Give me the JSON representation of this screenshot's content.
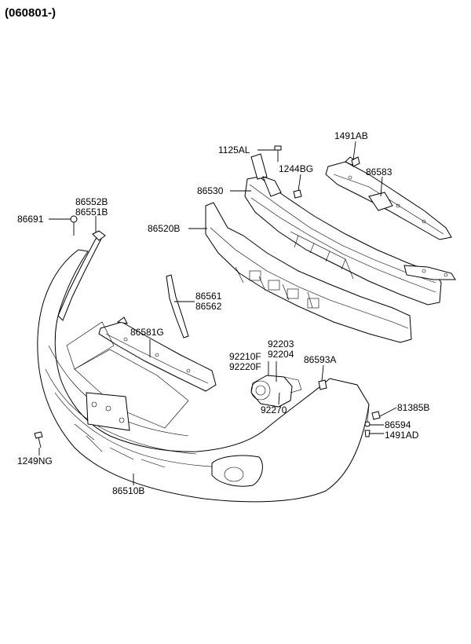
{
  "title": "(060801-)",
  "parts": {
    "p1491AB": "1491AB",
    "p1125AL": "1125AL",
    "p1244BG": "1244BG",
    "p86583": "86583",
    "p86530": "86530",
    "p86552B": "86552B",
    "p86551B": "86551B",
    "p86691": "86691",
    "p86520B": "86520B",
    "p86561": "86561",
    "p86562": "86562",
    "p86581G": "86581G",
    "p92203": "92203",
    "p92204": "92204",
    "p92210F": "92210F",
    "p92220F": "92220F",
    "p86593A": "86593A",
    "p92270": "92270",
    "p81385B": "81385B",
    "p86594": "86594",
    "p1491AD": "1491AD",
    "p1249NG": "1249NG",
    "p86510B": "86510B"
  }
}
